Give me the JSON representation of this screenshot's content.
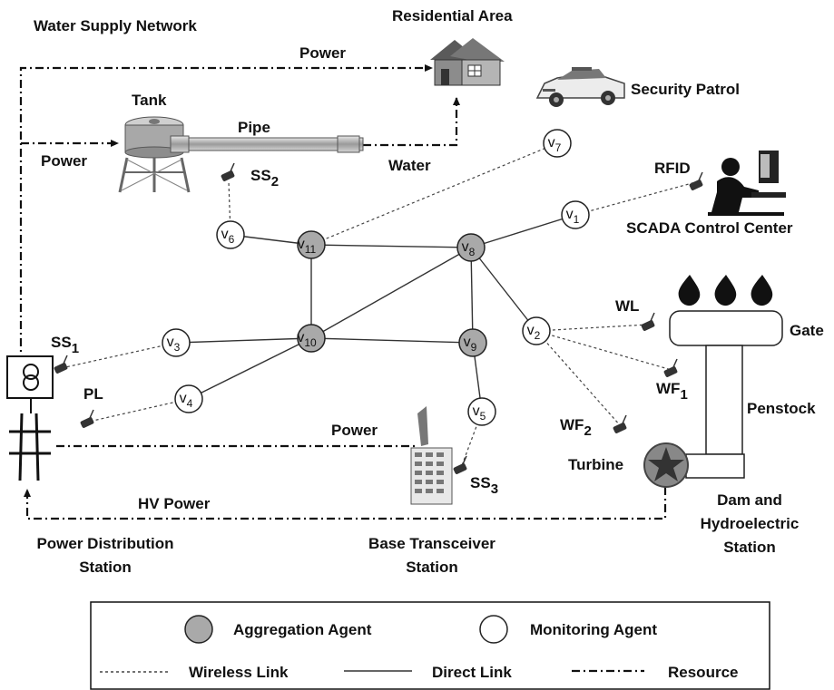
{
  "labels": {
    "water_network": "Water Supply Network",
    "residential": "Residential Area",
    "power_top": "Power",
    "tank": "Tank",
    "pipe": "Pipe",
    "power_left": "Power",
    "water": "Water",
    "security": "Security Patrol",
    "rfid": "RFID",
    "scada": "SCADA Control Center",
    "gate": "Gate",
    "penstock": "Penstock",
    "turbine": "Turbine",
    "dam_line1": "Dam and",
    "dam_line2": "Hydroelectric",
    "dam_line3": "Station",
    "power_mid": "Power",
    "hv_power": "HV Power",
    "pds_line1": "Power Distribution",
    "pds_line2": "Station",
    "bts_line1": "Base Transceiver",
    "bts_line2": "Station",
    "wl": "WL",
    "pl": "PL"
  },
  "sensors": {
    "ss1": {
      "main": "SS",
      "sub": "1"
    },
    "ss2": {
      "main": "SS",
      "sub": "2"
    },
    "ss3": {
      "main": "SS",
      "sub": "3"
    },
    "wf1": {
      "main": "WF",
      "sub": "1"
    },
    "wf2": {
      "main": "WF",
      "sub": "2"
    }
  },
  "nodes": {
    "v1": {
      "main": "v",
      "sub": "1",
      "type": "monitoring"
    },
    "v2": {
      "main": "v",
      "sub": "2",
      "type": "monitoring"
    },
    "v3": {
      "main": "v",
      "sub": "3",
      "type": "monitoring"
    },
    "v4": {
      "main": "v",
      "sub": "4",
      "type": "monitoring"
    },
    "v5": {
      "main": "v",
      "sub": "5",
      "type": "monitoring"
    },
    "v6": {
      "main": "v",
      "sub": "6",
      "type": "monitoring"
    },
    "v7": {
      "main": "v",
      "sub": "7",
      "type": "monitoring"
    },
    "v8": {
      "main": "v",
      "sub": "8",
      "type": "aggregation"
    },
    "v9": {
      "main": "v",
      "sub": "9",
      "type": "aggregation"
    },
    "v10": {
      "main": "v",
      "sub": "10",
      "type": "aggregation"
    },
    "v11": {
      "main": "v",
      "sub": "11",
      "type": "aggregation"
    }
  },
  "legend": {
    "aggregation": "Aggregation Agent",
    "monitoring": "Monitoring Agent",
    "wireless": "Wireless Link",
    "direct": "Direct Link",
    "resource": "Resource"
  },
  "colors": {
    "aggregation_fill": "#a9a9a9",
    "monitoring_fill": "#ffffff"
  }
}
